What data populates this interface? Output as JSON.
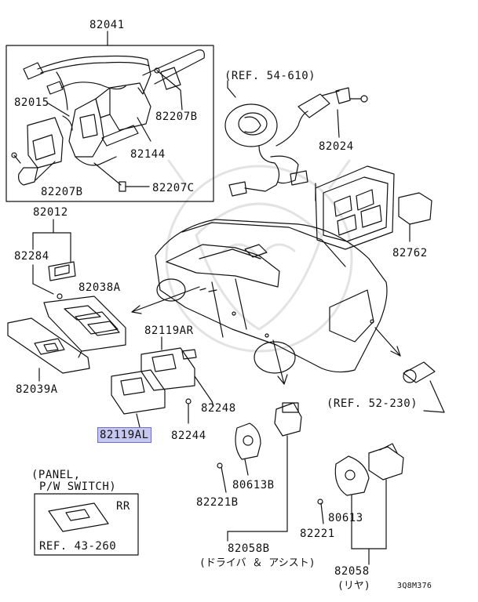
{
  "labels": {
    "p82041": "82041",
    "p82015": "82015",
    "p82207b_top": "82207B",
    "p82144": "82144",
    "p82207b_bottom": "82207B",
    "p82207c": "82207C",
    "ref_54_610": "(REF. 54-610)",
    "p82024": "82024",
    "p82012": "82012",
    "p82284": "82284",
    "p82038a": "82038A",
    "p82039a": "82039A",
    "p82119ar": "82119AR",
    "p82119al": "82119AL",
    "p82248": "82248",
    "p82244": "82244",
    "p82762": "82762",
    "ref_52_230": "(REF. 52-230)",
    "p80613b": "80613B",
    "p82221b": "82221B",
    "p80613": "80613",
    "p82221": "82221",
    "p82058b": "82058B",
    "p82058b_sub": "(ドライバ ＆ アシスト)",
    "p82058": "82058",
    "p82058_sub": "(リヤ)",
    "diagram_code": "3Q8M376"
  },
  "panel_box": {
    "title_line1": "(PANEL,",
    "title_line2": "P/W SWITCH)",
    "rr": "RR",
    "ref": "REF. 43-260"
  },
  "highlight_part": "82119AL",
  "colors": {
    "line": "#111111",
    "highlight_fill": "#c5c7f0",
    "highlight_border": "#6d6fd0",
    "watermark": "#e6e6e6"
  }
}
